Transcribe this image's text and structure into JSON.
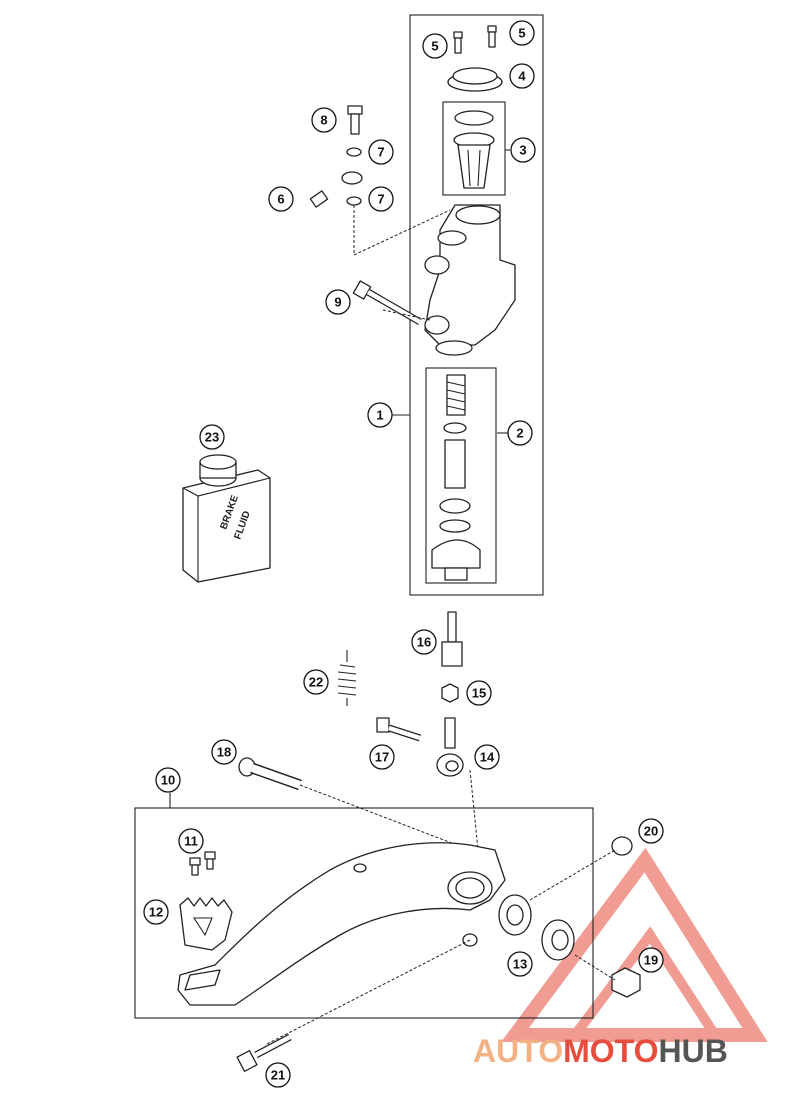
{
  "callouts": [
    "5",
    "5",
    "4",
    "8",
    "3",
    "7",
    "6",
    "7",
    "9",
    "1",
    "2",
    "23",
    "16",
    "22",
    "15",
    "17",
    "18",
    "14",
    "10",
    "20",
    "11",
    "12",
    "13",
    "19",
    "21"
  ],
  "can_label": {
    "line1": "BRAKE",
    "line2": "FLUID"
  },
  "watermark": {
    "part1": "AUTO",
    "part2": "MOTO",
    "part3": "HUB",
    "color1": "#f4b183",
    "color2": "#e74c3c",
    "color3": "#555555",
    "logo_color": "#e74c3c"
  }
}
